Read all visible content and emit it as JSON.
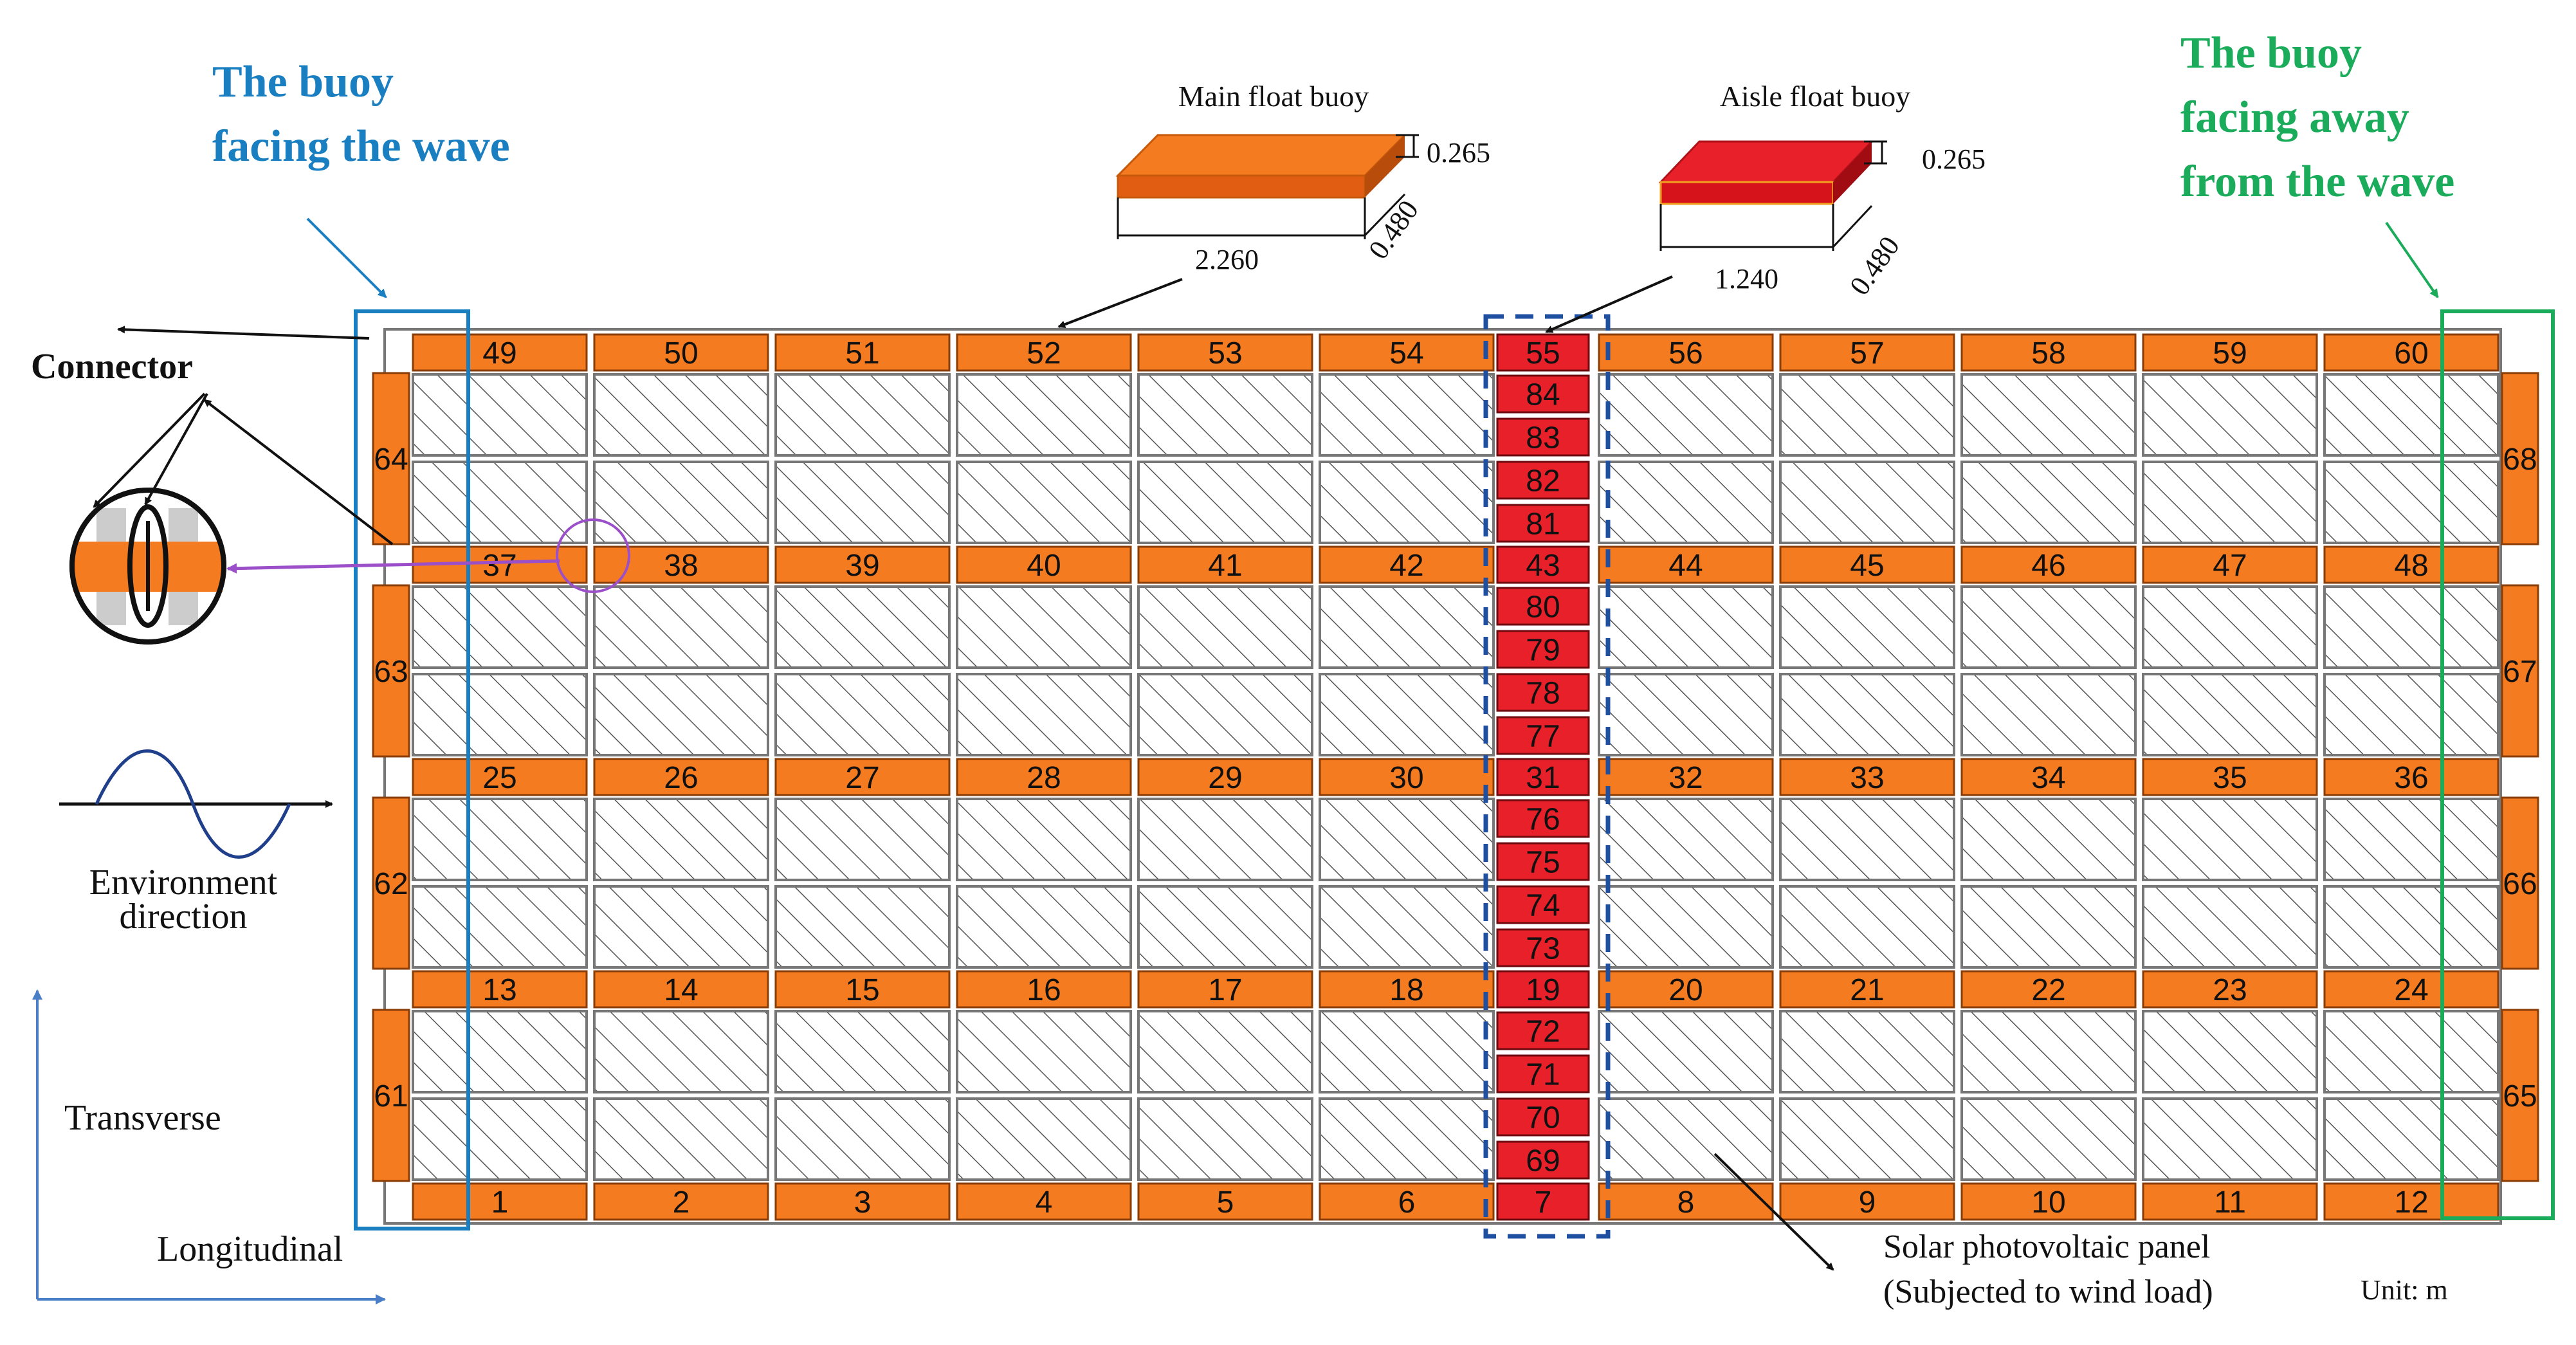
{
  "labels": {
    "buoy_facing_wave": [
      "The buoy",
      "facing the wave"
    ],
    "buoy_facing_away": [
      "The buoy",
      "facing away",
      "from the wave"
    ],
    "connector": "Connector",
    "environment_direction": [
      "Environment",
      "direction"
    ],
    "transverse": "Transverse",
    "longitudinal": "Longitudinal",
    "main_float_buoy": "Main float buoy",
    "aisle_float_buoy": "Aisle float buoy",
    "main_dim_height": "0.265",
    "main_dim_width": "0.480",
    "main_dim_length": "2.260",
    "aisle_dim_height": "0.265",
    "aisle_dim_width": "0.480",
    "aisle_dim_length": "1.240",
    "solar_panel": [
      "Solar photovoltaic panel",
      "(Subjected to wind load)"
    ],
    "unit": "Unit: m"
  },
  "colors": {
    "main_buoy": "#f47b20",
    "aisle_buoy": "#e8202a",
    "wave_highlight": "#1a7fc1",
    "away_highlight": "#1aac5a",
    "aisle_outline": "#1f4fa0",
    "connector_marker": "#9b4fc8",
    "axis": "#4a7fc8"
  },
  "buoys": {
    "rows": [
      [
        "49",
        "50",
        "51",
        "52",
        "53",
        "54",
        "56",
        "57",
        "58",
        "59",
        "60"
      ],
      [
        "37",
        "38",
        "39",
        "40",
        "41",
        "42",
        "44",
        "45",
        "46",
        "47",
        "48"
      ],
      [
        "25",
        "26",
        "27",
        "28",
        "29",
        "30",
        "32",
        "33",
        "34",
        "35",
        "36"
      ],
      [
        "13",
        "14",
        "15",
        "16",
        "17",
        "18",
        "20",
        "21",
        "22",
        "23",
        "24"
      ],
      [
        "1",
        "2",
        "3",
        "4",
        "5",
        "6",
        "8",
        "9",
        "10",
        "11",
        "12"
      ]
    ],
    "aisle_row_buoys": [
      "55",
      "43",
      "31",
      "19",
      "7"
    ],
    "aisle_segments": [
      [
        "84",
        "83",
        "82",
        "81"
      ],
      [
        "80",
        "79",
        "78",
        "77"
      ],
      [
        "76",
        "75",
        "74",
        "73"
      ],
      [
        "72",
        "71",
        "70",
        "69"
      ]
    ],
    "left_side": [
      "64",
      "63",
      "62",
      "61"
    ],
    "right_side": [
      "68",
      "67",
      "66",
      "65"
    ]
  }
}
